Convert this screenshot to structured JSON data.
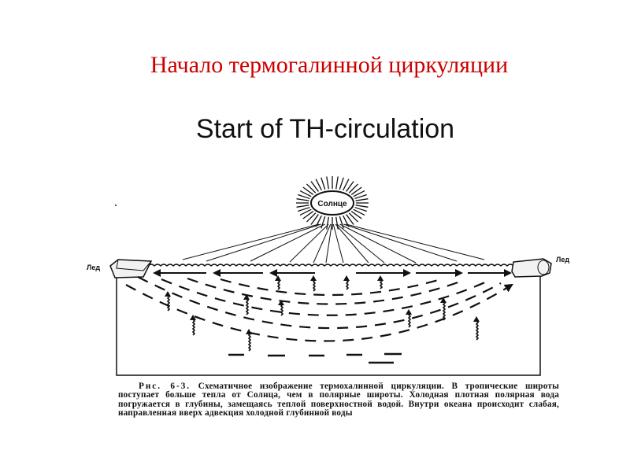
{
  "title_ru": "Начало термогалинной циркуляции",
  "title_en": "Start of TH-circulation",
  "diagram": {
    "sun_label": "Солнце",
    "ice_left_label": "Лед",
    "ice_right_label": "Лед"
  },
  "caption": {
    "fig_label": "Рис. 6-3.",
    "text": "Схематичное изображение термохалинной циркуляции. В тропические широты поступает больше тепла от Солнца, чем в полярные широты. Холодная плотная полярная вода погружается в глубины, замещаясь теплой поверхностной водой. Внутри океана происходит слабая, направленная вверх адвекция холодной глубинной воды"
  },
  "colors": {
    "title_ru": "#cc0000",
    "ink": "#111111"
  }
}
